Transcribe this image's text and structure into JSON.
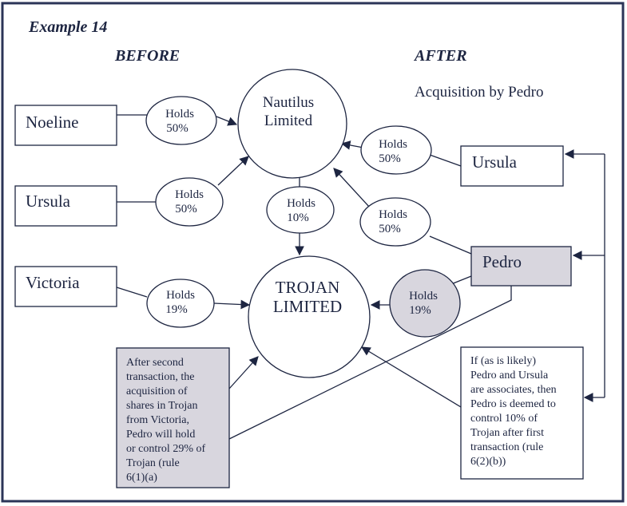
{
  "title": "Example 14",
  "before_heading": "BEFORE",
  "after_heading": "AFTER",
  "after_subheading": "Acquisition by Pedro",
  "entities": {
    "noeline": "Noeline",
    "ursula_left": "Ursula",
    "victoria": "Victoria",
    "ursula_right": "Ursula",
    "pedro": "Pedro"
  },
  "companies": {
    "nautilus": [
      "Nautilus",
      "Limited"
    ],
    "trojan": [
      "TROJAN",
      "LIMITED"
    ]
  },
  "holdings": {
    "noeline_nautilus": [
      "Holds",
      "50%"
    ],
    "ursula_nautilus": [
      "Holds",
      "50%"
    ],
    "nautilus_trojan": [
      "Holds",
      "10%"
    ],
    "victoria_trojan": [
      "Holds",
      "19%"
    ],
    "ursula_right_nautilus": [
      "Holds",
      "50%"
    ],
    "pedro_nautilus": [
      "Holds",
      "50%"
    ],
    "pedro_trojan": [
      "Holds",
      "19%"
    ]
  },
  "notes": {
    "second_transaction": [
      "After second",
      "transaction, the",
      "acquisition of",
      "shares in Trojan",
      "from Victoria,",
      "Pedro will hold",
      "or control 29% of",
      "Trojan (rule",
      "6(1)(a)"
    ],
    "associates": [
      "If  (as is likely)",
      "Pedro and Ursula",
      "are associates, then",
      "Pedro is deemed to",
      "control 10% of",
      "Trojan after first",
      "transaction  (rule",
      "6(2)(b))"
    ]
  },
  "colors": {
    "ink": "#1d2541",
    "shaded_fill": "#d8d6de",
    "frame": "#2b3457",
    "background": "#ffffff"
  }
}
